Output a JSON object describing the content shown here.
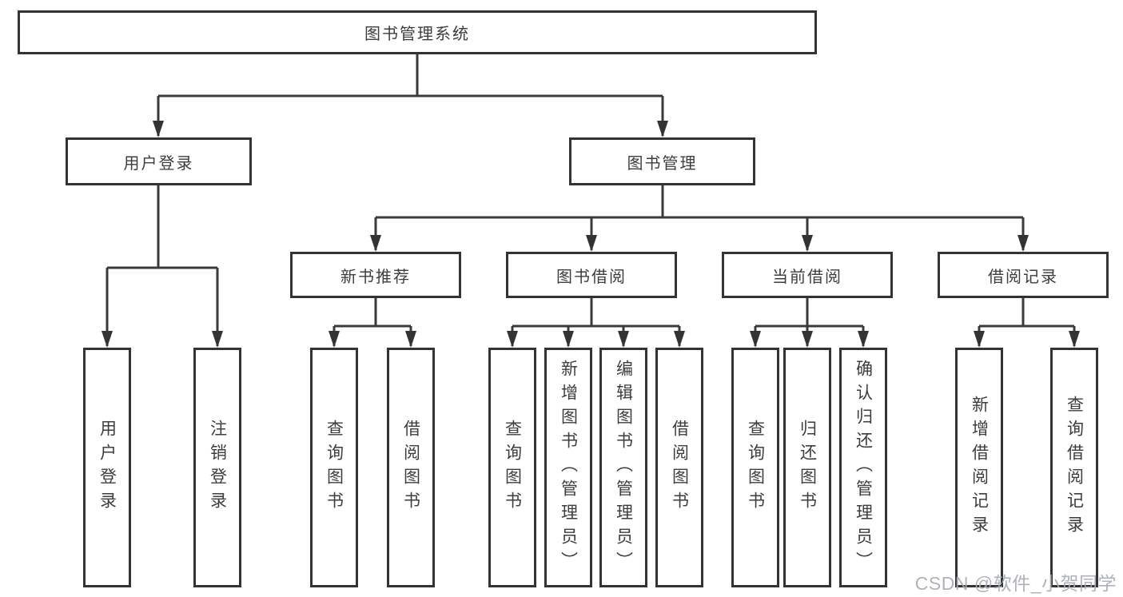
{
  "nodes": {
    "root": {
      "label": "图书管理系统"
    },
    "user_login": {
      "label": "用户登录"
    },
    "book_management": {
      "label": "图书管理"
    },
    "new_book_recommend": {
      "label": "新书推荐"
    },
    "book_borrow": {
      "label": "图书借阅"
    },
    "current_borrow": {
      "label": "当前借阅"
    },
    "borrow_records": {
      "label": "借阅记录"
    },
    "leaf_user_login": {
      "label": "用户登录"
    },
    "leaf_logout": {
      "label": "注销登录"
    },
    "leaf_query_books_recommend": {
      "label": "查询图书"
    },
    "leaf_borrow_books_recommend": {
      "label": "借阅图书"
    },
    "leaf_query_books_borrow": {
      "label": "查询图书"
    },
    "leaf_add_books": {
      "label": "新增图书（管理员）"
    },
    "leaf_edit_books": {
      "label": "编辑图书（管理员）"
    },
    "leaf_borrow_books_borrow": {
      "label": "借阅图书"
    },
    "leaf_query_books_current": {
      "label": "查询图书"
    },
    "leaf_return_books": {
      "label": "归还图书"
    },
    "leaf_confirm_return": {
      "label": "确认归还（管理员）"
    },
    "leaf_add_borrow_record": {
      "label": "新增借阅记录"
    },
    "leaf_query_borrow_record": {
      "label": "查询借阅记录"
    }
  },
  "hierarchy": {
    "图书管理系统": {
      "用户登录": [
        "用户登录",
        "注销登录"
      ],
      "图书管理": {
        "新书推荐": [
          "查询图书",
          "借阅图书"
        ],
        "图书借阅": [
          "查询图书",
          "新增图书（管理员）",
          "编辑图书（管理员）",
          "借阅图书"
        ],
        "当前借阅": [
          "查询图书",
          "归还图书",
          "确认归还（管理员）"
        ],
        "借阅记录": [
          "新增借阅记录",
          "查询借阅记录"
        ]
      }
    }
  },
  "watermark": {
    "text": "CSDN @软件_小贺同学"
  },
  "colors": {
    "line": "#3a3a3a",
    "box_border": "#333333",
    "text": "#3d3d3d",
    "background": "#ffffff",
    "watermark": "#a8adb2"
  }
}
